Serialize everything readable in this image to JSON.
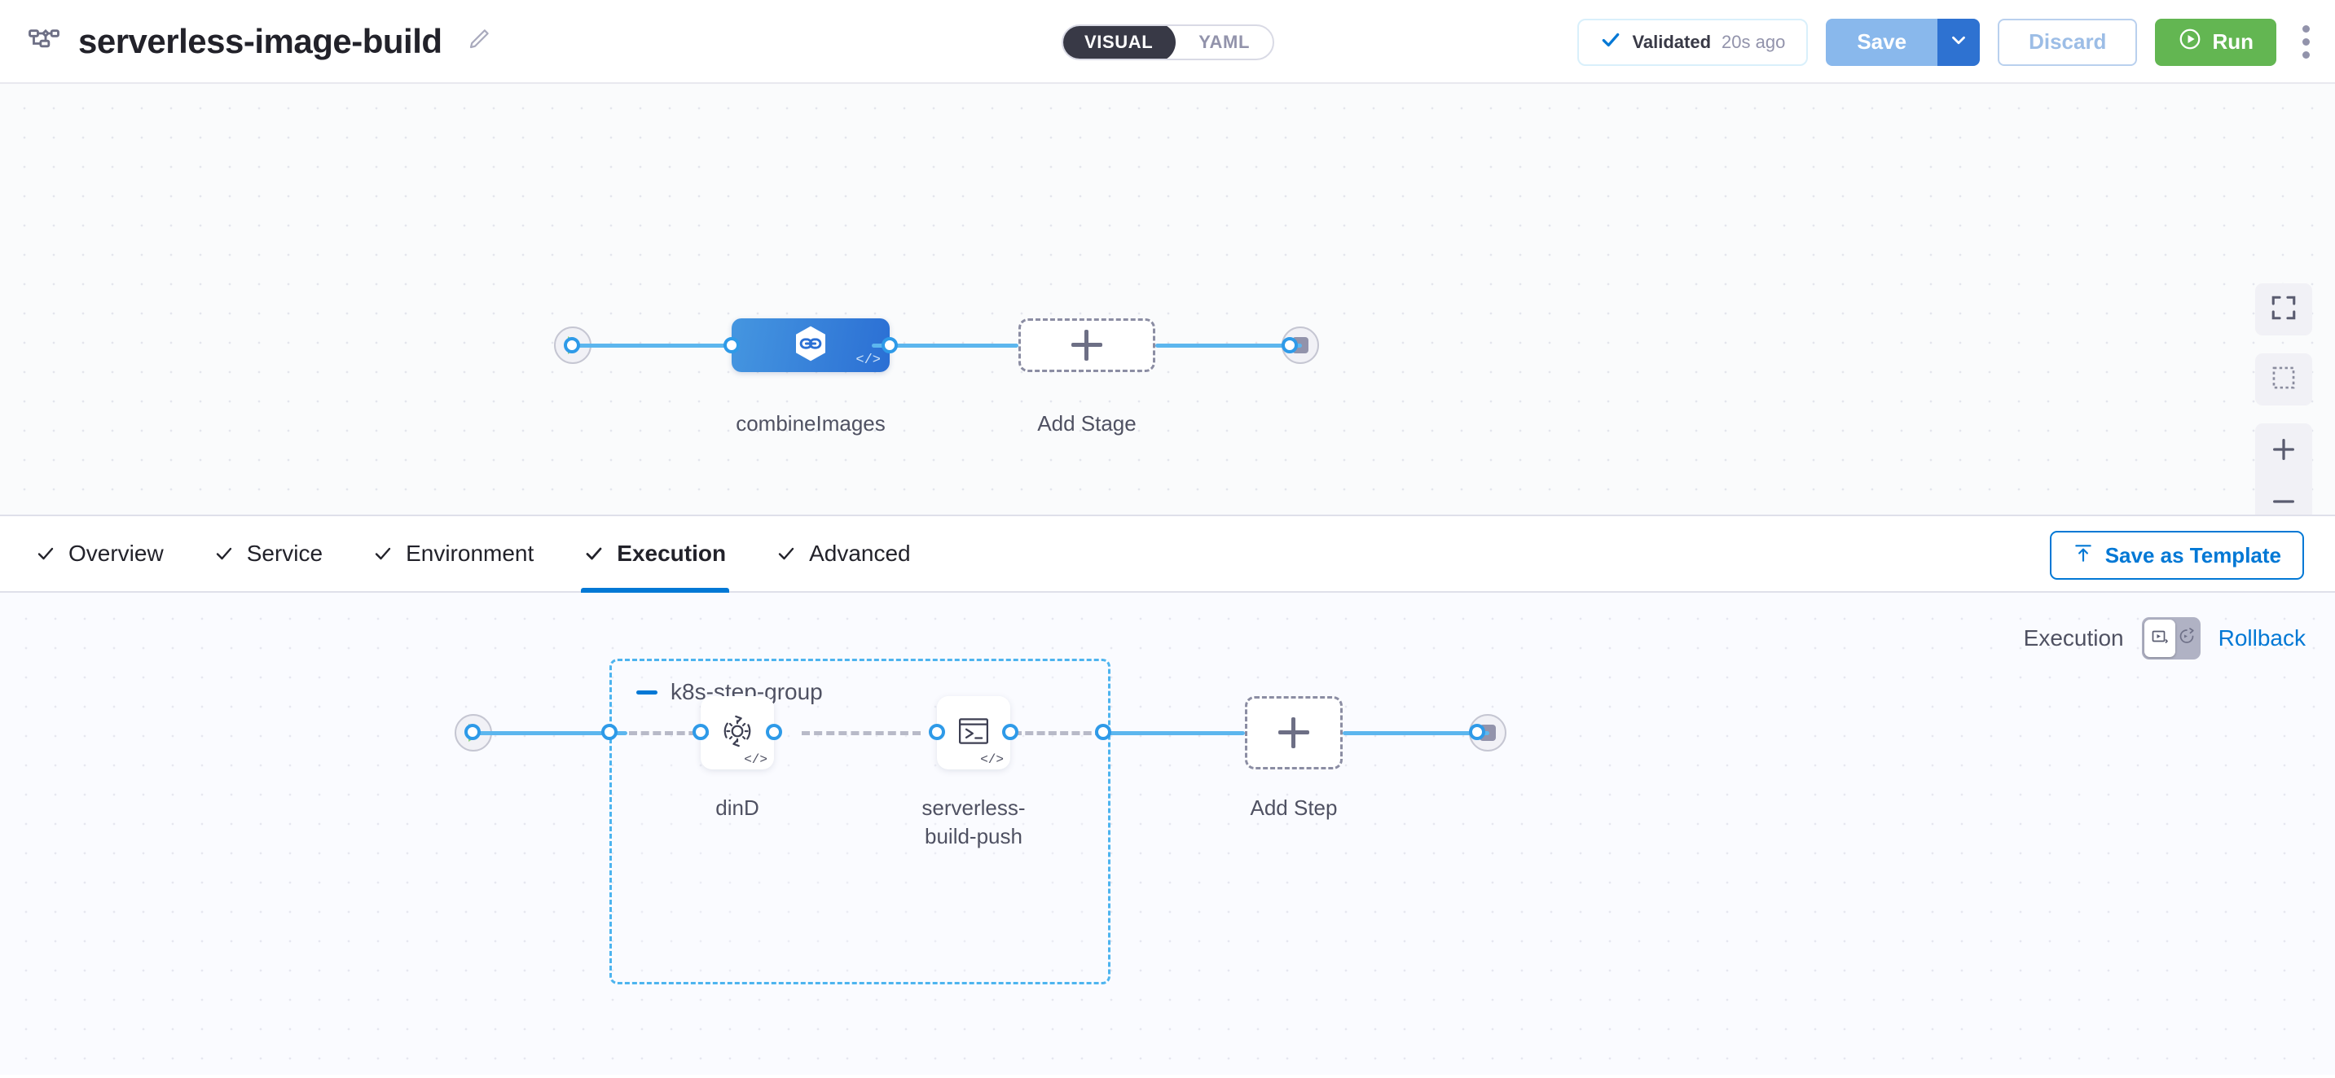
{
  "header": {
    "pipeline_icon": "pipeline-flow-icon",
    "title": "serverless-image-build",
    "edit_icon": "pencil-icon",
    "mode_toggle": {
      "options": [
        {
          "label": "VISUAL",
          "active": true
        },
        {
          "label": "YAML",
          "active": false
        }
      ]
    },
    "validation": {
      "icon": "check-icon",
      "label": "Validated",
      "time": "20s ago",
      "border_color": "#d9f0fb",
      "check_color": "#0278d5"
    },
    "save": {
      "label": "Save",
      "disabled": true,
      "bg": "#89b8ec",
      "caret_bg": "#2e72d1",
      "caret_icon": "chevron-down-icon"
    },
    "discard": {
      "label": "Discard",
      "disabled": true,
      "color": "#9cbde6"
    },
    "run": {
      "label": "Run",
      "icon": "play-circle-icon",
      "bg": "#63b652"
    },
    "more": {
      "icon": "kebab-menu-icon"
    }
  },
  "stage_canvas": {
    "start_node": {
      "icon": "play-icon",
      "color": "#8cd37c"
    },
    "end_node": {
      "icon": "stop-square-icon",
      "color": "#9293ab"
    },
    "stages": [
      {
        "name": "combineImages",
        "icon": "harness-hexagon-icon",
        "code_badge": "</>",
        "selected": true,
        "bg_from": "#4596e0",
        "bg_to": "#2b6fd4"
      }
    ],
    "add_stage": {
      "label": "Add Stage",
      "icon": "plus-icon"
    },
    "controls": [
      {
        "name": "fit-to-screen",
        "icon": "expand-corners-icon"
      },
      {
        "name": "selection-tool",
        "icon": "marquee-select-icon"
      },
      {
        "name": "zoom-in",
        "icon": "plus-icon"
      },
      {
        "name": "zoom-out",
        "icon": "minus-icon"
      }
    ],
    "edge_color": "#5cb6ee",
    "port_color": "#2e9ae8"
  },
  "tabs": [
    {
      "label": "Overview",
      "icon": "check-icon",
      "active": false
    },
    {
      "label": "Service",
      "icon": "check-icon",
      "active": false
    },
    {
      "label": "Environment",
      "icon": "check-icon",
      "active": false
    },
    {
      "label": "Execution",
      "icon": "check-icon",
      "active": true
    },
    {
      "label": "Advanced",
      "icon": "check-icon",
      "active": false
    }
  ],
  "tab_actions": {
    "save_as_template": {
      "label": "Save as Template",
      "icon": "template-upload-icon",
      "color": "#0278d5"
    }
  },
  "execution_canvas": {
    "mode_switch": {
      "left_label": "Execution",
      "right_label": "Rollback",
      "left_icon": "execution-play-box-icon",
      "right_icon": "rollback-arrow-icon",
      "active": "Execution",
      "right_label_color": "#0278d5"
    },
    "start_node": {
      "icon": "play-icon",
      "color": "#8cd37c"
    },
    "end_node": {
      "icon": "stop-square-icon",
      "color": "#9293ab"
    },
    "step_group": {
      "name": "k8s-step-group",
      "collapse_icon": "minus-collapse-icon",
      "border_color": "#4db4ef",
      "steps": [
        {
          "name": "dinD",
          "icon": "gear-refresh-icon",
          "code_badge": "</>"
        },
        {
          "name": "serverless-\nbuild-push",
          "icon": "terminal-icon",
          "code_badge": "</>"
        }
      ]
    },
    "add_step": {
      "label": "Add Step",
      "icon": "plus-icon"
    }
  }
}
